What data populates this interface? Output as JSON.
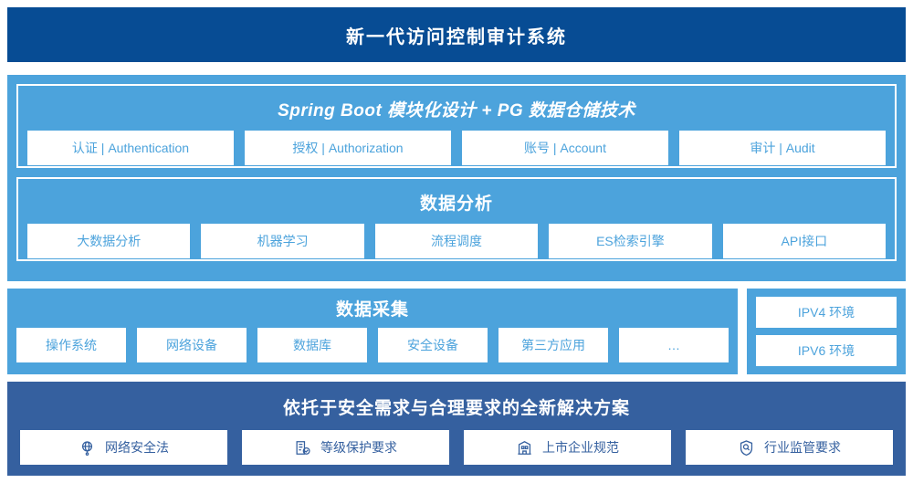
{
  "header": {
    "title": "新一代访问控制审计系统"
  },
  "upper": {
    "springboot": {
      "title": "Spring Boot 模块化设计 + PG 数据仓储技术",
      "chips": [
        {
          "label": "认证 | Authentication"
        },
        {
          "label": "授权 | Authorization"
        },
        {
          "label": "账号 | Account"
        },
        {
          "label": "审计 | Audit"
        }
      ]
    },
    "analysis": {
      "title": "数据分析",
      "chips": [
        {
          "label": "大数据分析"
        },
        {
          "label": "机器学习"
        },
        {
          "label": "流程调度"
        },
        {
          "label": "ES检索引擎"
        },
        {
          "label": "API接口"
        }
      ]
    }
  },
  "collect": {
    "title": "数据采集",
    "chips": [
      {
        "label": "操作系统"
      },
      {
        "label": "网络设备"
      },
      {
        "label": "数据库"
      },
      {
        "label": "安全设备"
      },
      {
        "label": "第三方应用"
      },
      {
        "label": "…"
      }
    ]
  },
  "ipv": {
    "chips": [
      {
        "label": "IPV4 环境"
      },
      {
        "label": "IPV6 环境"
      }
    ]
  },
  "bottom": {
    "title": "依托于安全需求与合理要求的全新解决方案",
    "chips": [
      {
        "label": "网络安全法",
        "icon": "globe-icon"
      },
      {
        "label": "等级保护要求",
        "icon": "document-check-icon"
      },
      {
        "label": "上市企业规范",
        "icon": "bank-building-icon"
      },
      {
        "label": "行业监管要求",
        "icon": "shield-search-icon"
      }
    ]
  },
  "colors": {
    "header_navy": "#074c94",
    "panel_light_blue": "#4ca3dc",
    "panel_steel_blue": "#35609f",
    "chip_white": "#ffffff"
  }
}
